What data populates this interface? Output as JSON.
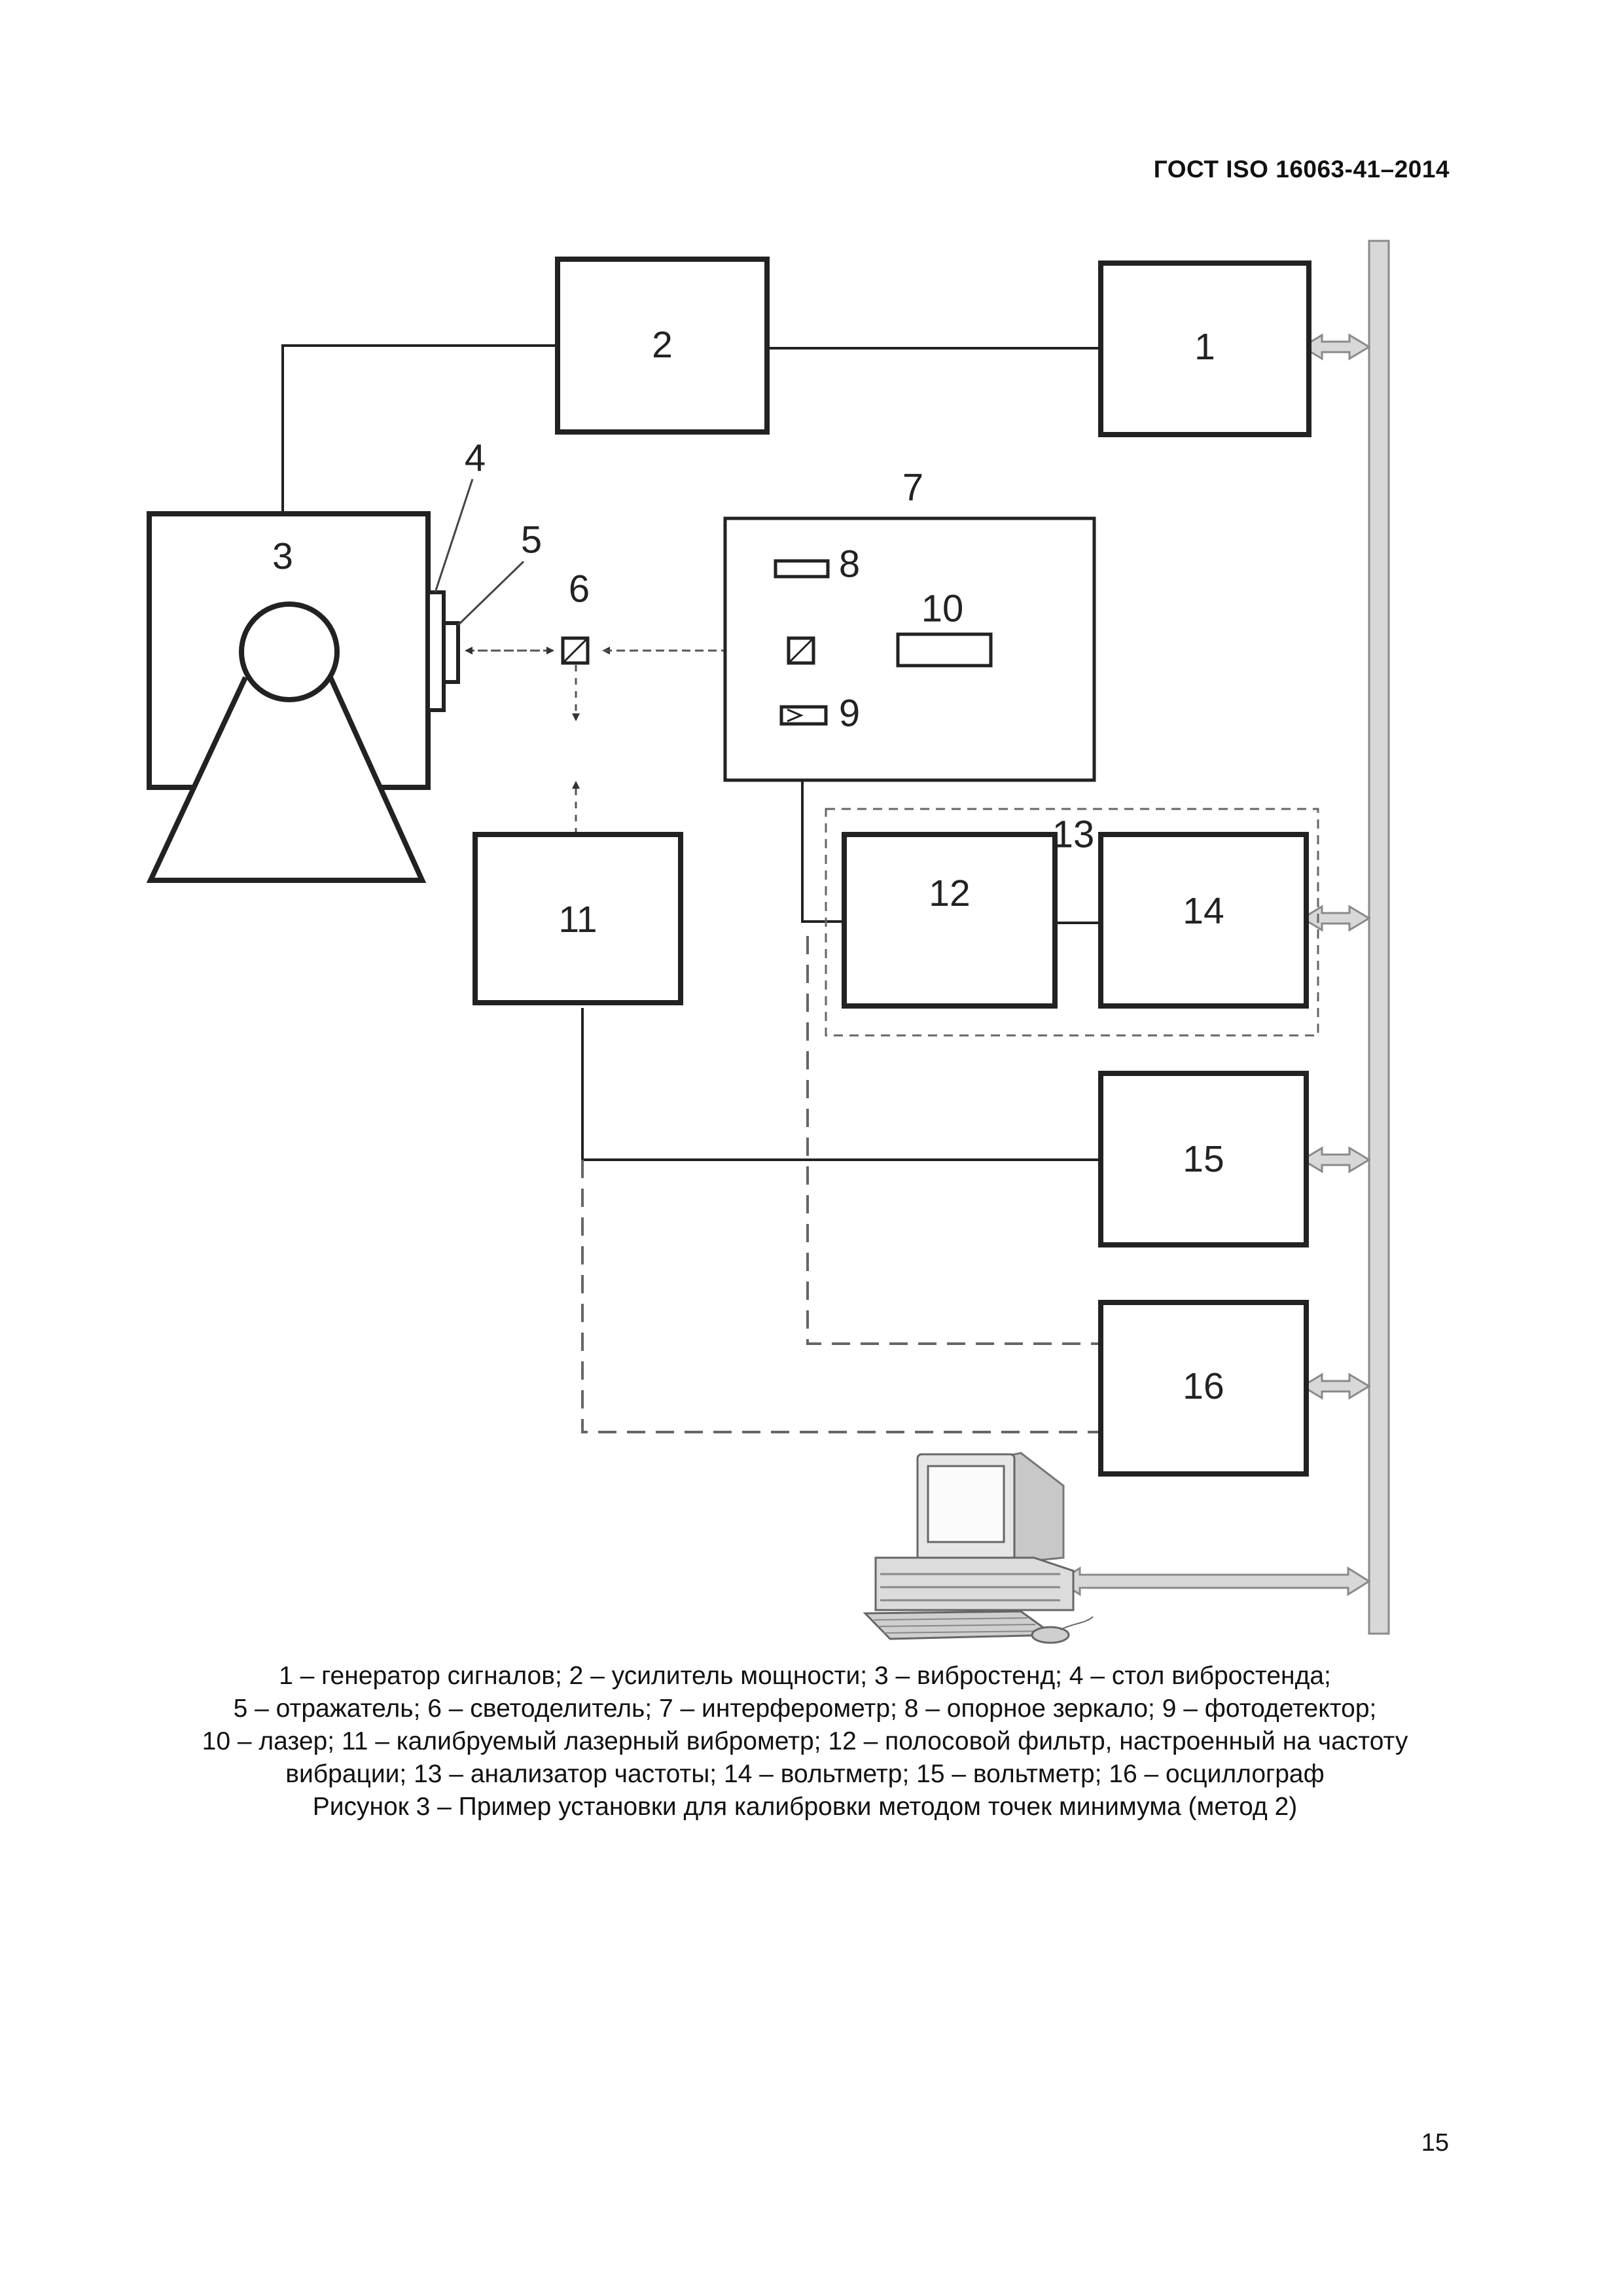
{
  "header": {
    "standard": "ГОСТ ISO 16063-41–2014"
  },
  "diagram": {
    "labels": {
      "b1": "1",
      "b2": "2",
      "b3": "3",
      "b4": "4",
      "b5": "5",
      "b6": "6",
      "b7": "7",
      "b8": "8",
      "b9": "9",
      "b10": "10",
      "b11": "11",
      "b12": "12",
      "b13": "13",
      "b14": "14",
      "b15": "15",
      "b16": "16"
    }
  },
  "caption": {
    "line1": "1 – генератор сигналов; 2 – усилитель мощности; 3 – вибростенд; 4 – стол вибростенда;",
    "line2": "5 – отражатель; 6 – светоделитель; 7 – интерферометр; 8 – опорное зеркало; 9 – фотодетектор;",
    "line3": "10 – лазер; 11 – калибруемый лазерный виброметр; 12 – полосовой фильтр, настроенный на частоту",
    "line4": "вибрации; 13 – анализатор частоты; 14 – вольтметр; 15 – вольтметр; 16 – осциллограф",
    "figure_title": "Рисунок 3 – Пример установки для калибровки методом точек минимума (метод 2)"
  },
  "page_number": "15"
}
